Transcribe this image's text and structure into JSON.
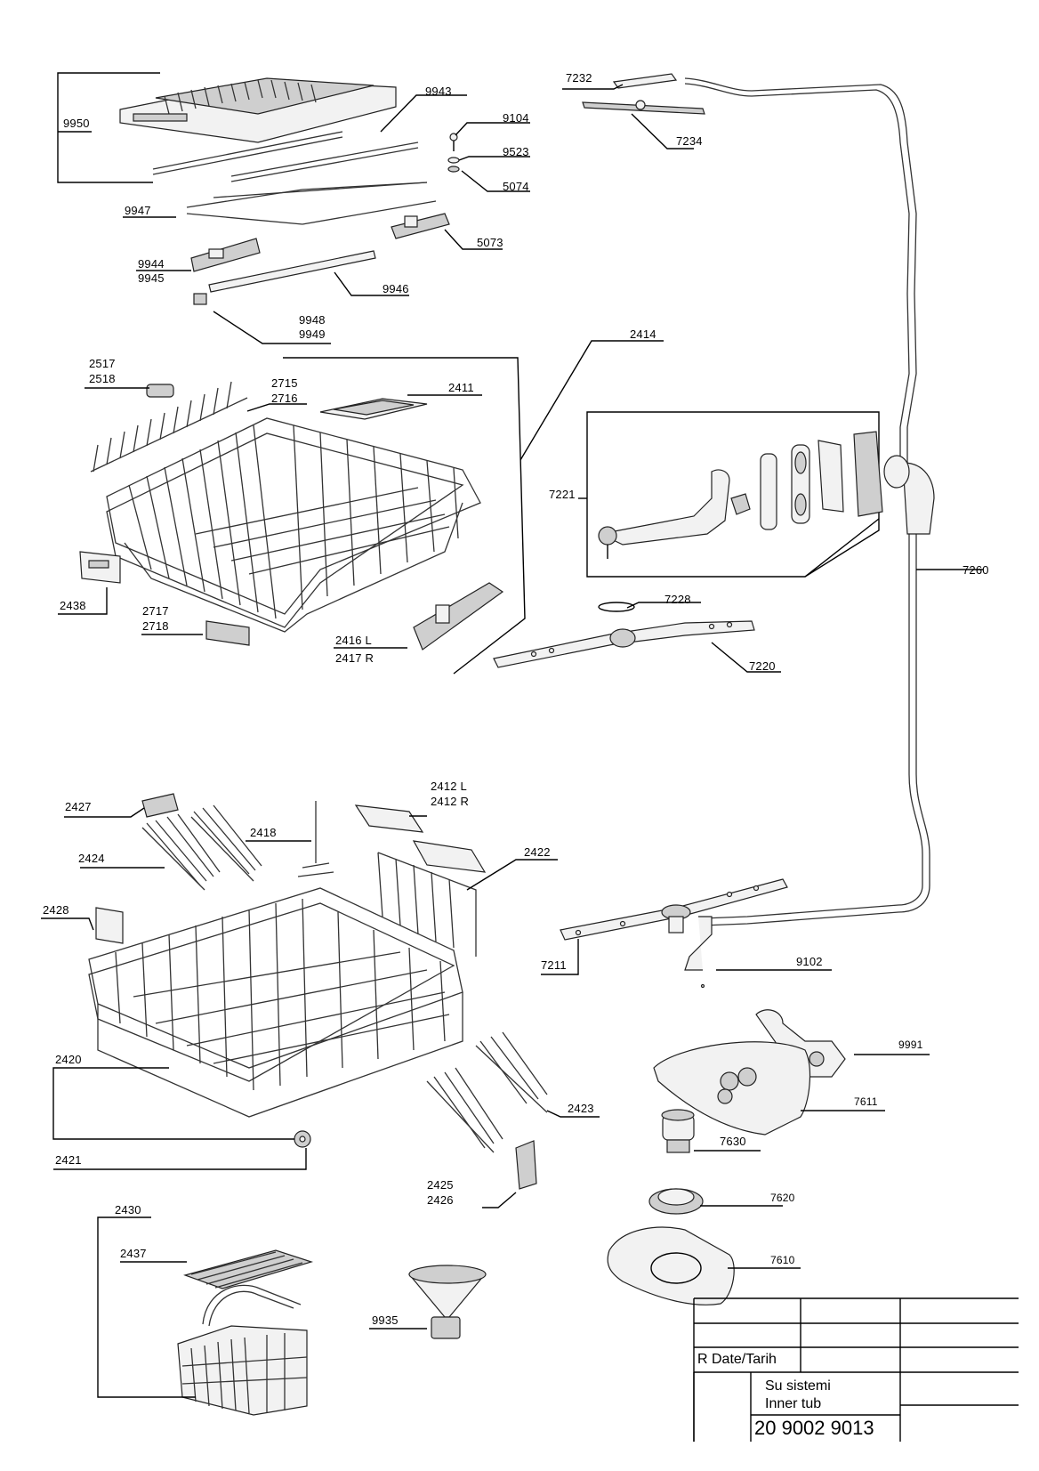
{
  "labels": {
    "p9950": "9950",
    "p9943": "9943",
    "p9104": "9104",
    "p9523": "9523",
    "p5074": "5074",
    "p9947": "9947",
    "p5073": "5073",
    "p9944": "9944",
    "p9945": "9945",
    "p9946": "9946",
    "p9948": "9948",
    "p9949": "9949",
    "p7232": "7232",
    "p7234": "7234",
    "p2517": "2517",
    "p2518": "2518",
    "p2715": "2715",
    "p2716": "2716",
    "p2411": "2411",
    "p2414": "2414",
    "p7221": "7221",
    "p7260": "7260",
    "p2438": "2438",
    "p2717": "2717",
    "p2718": "2718",
    "p2416": "2416 L",
    "p2417": "2417 R",
    "p7228": "7228",
    "p7220": "7220",
    "p2427": "2427",
    "p2412l": "2412 L",
    "p2412r": "2412 R",
    "p2418": "2418",
    "p2424": "2424",
    "p2422": "2422",
    "p2428": "2428",
    "p7211": "7211",
    "p9102": "9102",
    "p9991": "9991",
    "p7611": "7611",
    "p2420": "2420",
    "p2423": "2423",
    "p7630": "7630",
    "p2421": "2421",
    "p2425": "2425",
    "p2426": "2426",
    "p7620": "7620",
    "p2430": "2430",
    "p2437": "2437",
    "p7610": "7610",
    "p9935": "9935"
  },
  "title_block": {
    "revision_label": "R  Date/Tarih",
    "title_line1": "Su sistemi",
    "title_line2": "Inner tub",
    "drawing_number": "20 9002 9013"
  }
}
